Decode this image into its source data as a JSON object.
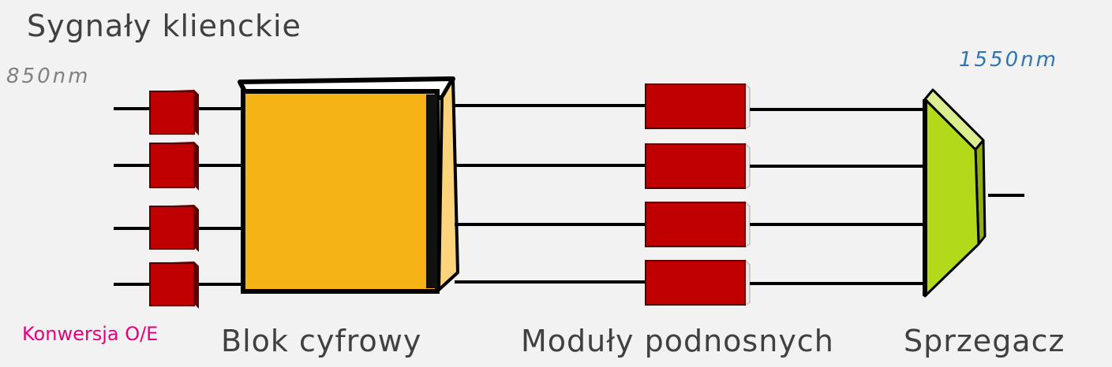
{
  "title": "Sygnały klienckie",
  "input_wavelength": "850nm",
  "output_wavelength": "1550nm",
  "labels": {
    "oe_conversion": "Konwersja O/E",
    "digital_block": "Blok cyfrowy",
    "subcarrier_modules": "Moduły podnosnych",
    "coupler": "Sprzegacz"
  },
  "channel_count": 4,
  "colors": {
    "background": "#f2f2f2",
    "converter_block": "#c00000",
    "digital_block": "#f5b316",
    "coupler": "#b3d91b",
    "line": "#000000",
    "input_wavelength": "#808080",
    "output_wavelength": "#2e75b6",
    "oe_label": "#e6007e"
  }
}
